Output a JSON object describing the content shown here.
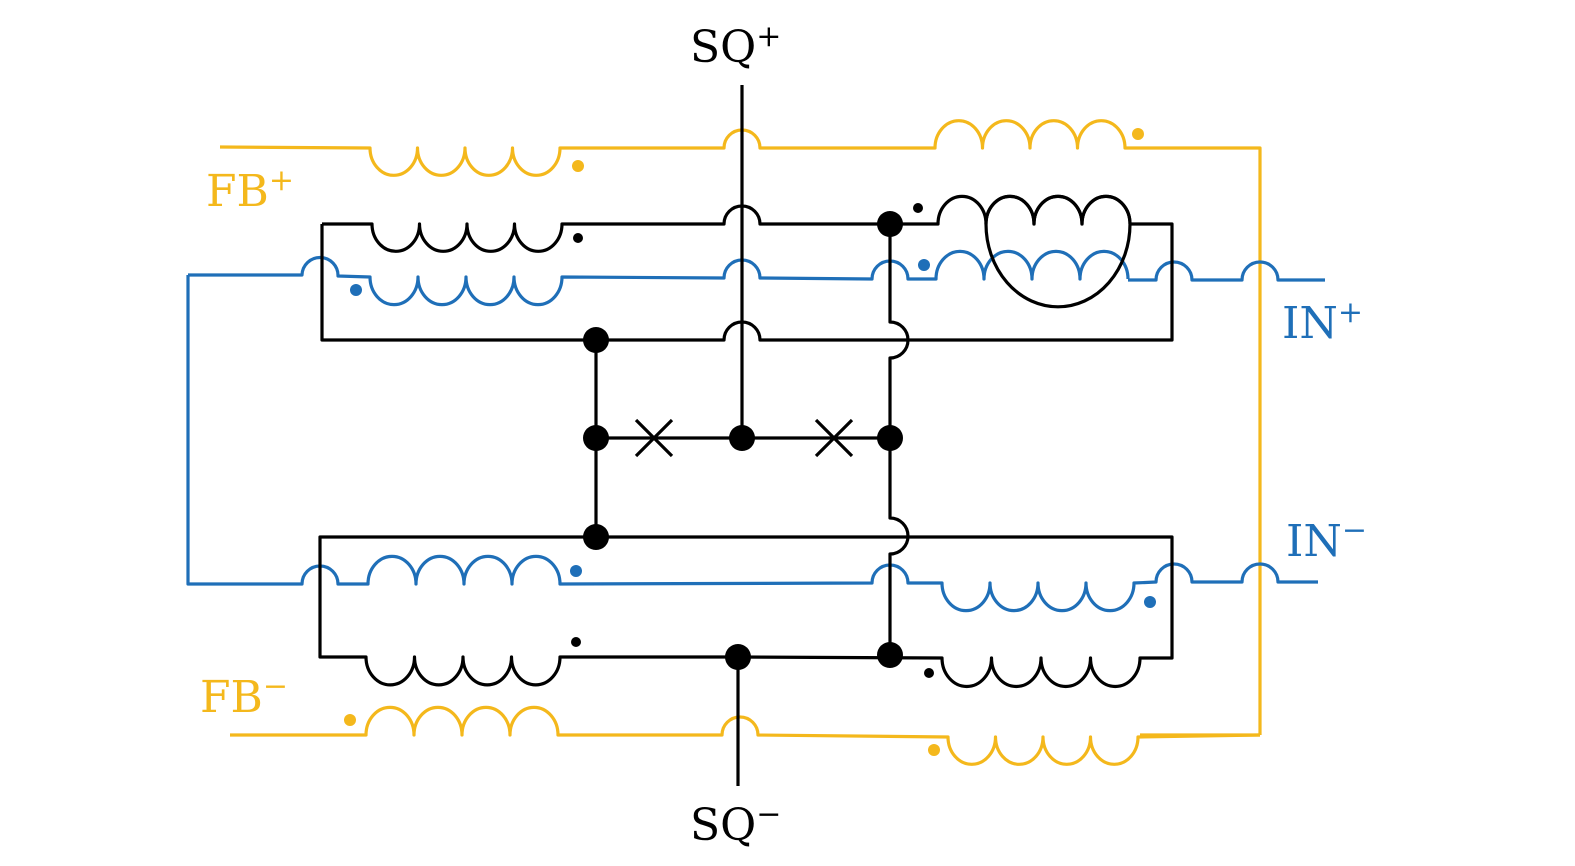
{
  "title": "SQUID gradiometer circuit with input and feedback coils",
  "colors": {
    "squid": "#000000",
    "input": "#1f6fb8",
    "feedback": "#f4b81c",
    "background": "#ffffff"
  },
  "labels": {
    "sq_plus": {
      "base": "SQ",
      "sup": "+"
    },
    "sq_minus": {
      "base": "SQ",
      "sup": "−"
    },
    "fb_plus": {
      "base": "FB",
      "sup": "+"
    },
    "fb_minus": {
      "base": "FB",
      "sup": "−"
    },
    "in_plus": {
      "base": "IN",
      "sup": "+"
    },
    "in_minus": {
      "base": "IN",
      "sup": "−"
    }
  },
  "components": {
    "josephson_junctions": 2,
    "squid_coils": 4,
    "input_coils": 4,
    "feedback_coils": 4,
    "coil_turns": 4
  }
}
